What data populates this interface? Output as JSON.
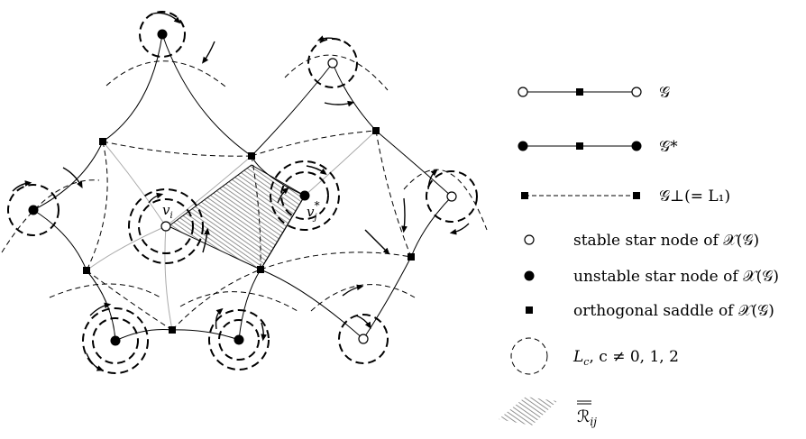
{
  "diagram": {
    "node_labels": {
      "vi_base": "v",
      "vi_sub": "i",
      "vj_base": "v",
      "vj_sub": "j",
      "vj_sup": "*"
    }
  },
  "legend": {
    "items": [
      {
        "key": "g",
        "label": "𝒢"
      },
      {
        "key": "g-star",
        "label": "𝒢*"
      },
      {
        "key": "g-perp",
        "label": "𝒢⊥(= L₁)"
      },
      {
        "key": "stable-node",
        "label": "stable star node of 𝒳(𝒢)"
      },
      {
        "key": "unstable-node",
        "label": "unstable star node of 𝒳(𝒢)"
      },
      {
        "key": "orthogonal-saddle",
        "label": "orthogonal saddle of 𝒳(𝒢)"
      },
      {
        "key": "level-curve",
        "label": "L_c, c ≠ 0, 1, 2"
      },
      {
        "key": "region",
        "label": "R̿ᵢⱼ"
      }
    ],
    "level_curve": {
      "L": "L",
      "c_sub": "c",
      "rest": ", c ≠ 0, 1, 2"
    },
    "region": {
      "R": "ℛ",
      "sub": "ij"
    }
  },
  "colors": {
    "stroke": "#000000",
    "light_edge": "#aaaaaa",
    "background": "#ffffff"
  }
}
